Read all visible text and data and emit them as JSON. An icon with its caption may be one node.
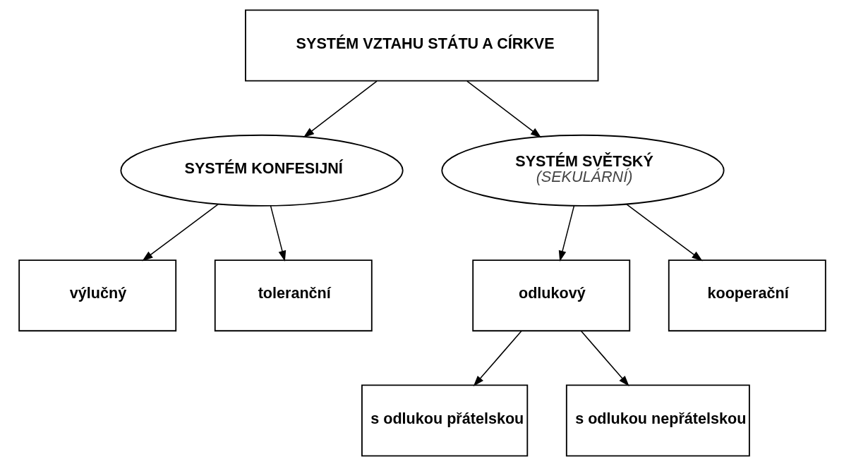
{
  "diagram": {
    "nodes": [
      {
        "text": [
          "SYSTÉM VZTAHU STÁTU A CÍRKVE"
        ]
      },
      {
        "text": [
          "SYSTÉM KONFESIJNÍ"
        ]
      },
      {
        "text": [
          "SYSTÉM SVĚTSKÝ",
          "(SEKULÁRNÍ)"
        ]
      },
      {
        "text": [
          "výlučný"
        ]
      },
      {
        "text": [
          "toleranční"
        ]
      },
      {
        "text": [
          "odlukový"
        ]
      },
      {
        "text": [
          "kooperační"
        ]
      },
      {
        "text": [
          "s odlukou přátelskou"
        ]
      },
      {
        "text": [
          "s odlukou nepřátelskou"
        ]
      }
    ],
    "edges": [
      {
        "from": 0,
        "to": 1,
        "arrow": "to"
      },
      {
        "from": 0,
        "to": 2,
        "arrow": "to"
      },
      {
        "from": 1,
        "to": 3,
        "arrow": "to"
      },
      {
        "from": 1,
        "to": 4,
        "arrow": "to"
      },
      {
        "from": 2,
        "to": 5,
        "arrow": "to"
      },
      {
        "from": 2,
        "to": 6,
        "arrow": "to"
      },
      {
        "from": 5,
        "to": 7,
        "arrow": "to"
      },
      {
        "from": 5,
        "to": 8,
        "arrow": "to"
      }
    ]
  }
}
